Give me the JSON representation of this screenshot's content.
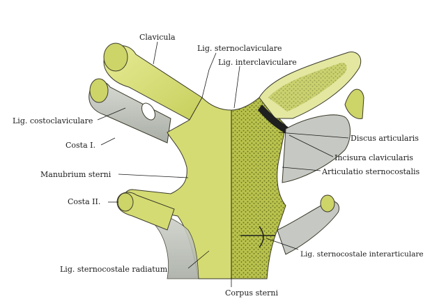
{
  "labels": {
    "clavicula": "Clavicula",
    "lig_sternoclaviculare": "Lig. sternoclaviculare",
    "lig_interclaviculare": "Lig. interclaviculare",
    "lig_costoclaviculare": "Lig. costoclaviculare",
    "costa_1": "Costa I.",
    "manubrium_sterni": "Manubrium sterni",
    "costa_2": "Costa II.",
    "lig_sternocostale_radiatum": "Lig. sternocostale radiatum",
    "corpus_sterni": "Corpus sterni",
    "discus_articularis": "Discus articularis",
    "incisura_clavicularis": "Incisura clavicularis",
    "articulatio_sternocostalis": "Articulatio sternocostalis",
    "lig_sternocostale_interarticulare": "Lig. sternocostale interarticulare"
  },
  "colors": {
    "bone_surface": "#d8df7a",
    "bone_highlight": "#e8ec9a",
    "ligament": "#c9cdc6",
    "ligament_shadow": "#9aa09a",
    "cancellous": "#b8c44a",
    "cartilage": "#c8c8c8",
    "outline": "#3a3a2a"
  }
}
